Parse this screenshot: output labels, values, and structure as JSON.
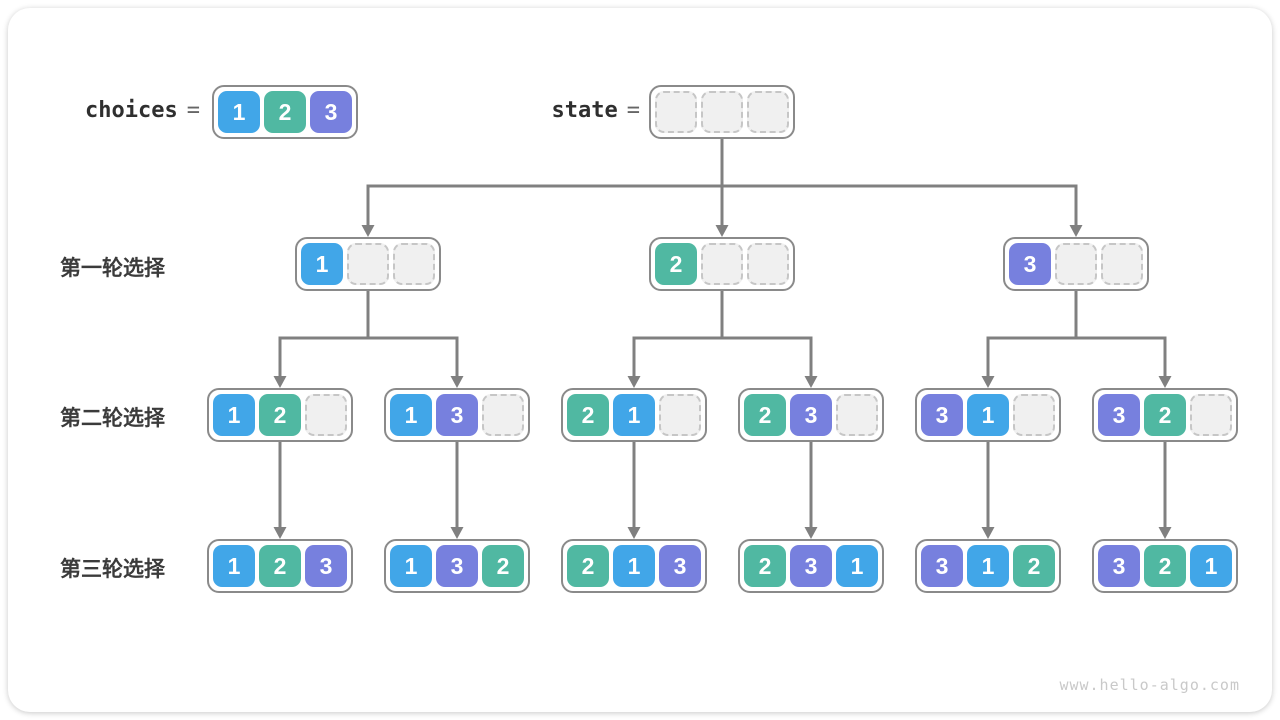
{
  "header": {
    "choices_label": "choices",
    "choices_equals": "=",
    "state_label": "state",
    "state_equals": "=",
    "choices_cells": [
      1,
      2,
      3
    ],
    "state_cells": [
      null,
      null,
      null
    ]
  },
  "rows": [
    {
      "label": "第一轮选择",
      "boxes": [
        [
          1,
          null,
          null
        ],
        [
          2,
          null,
          null
        ],
        [
          3,
          null,
          null
        ]
      ]
    },
    {
      "label": "第二轮选择",
      "boxes": [
        [
          1,
          2,
          null
        ],
        [
          1,
          3,
          null
        ],
        [
          2,
          1,
          null
        ],
        [
          2,
          3,
          null
        ],
        [
          3,
          1,
          null
        ],
        [
          3,
          2,
          null
        ]
      ]
    },
    {
      "label": "第三轮选择",
      "boxes": [
        [
          1,
          2,
          3
        ],
        [
          1,
          3,
          2
        ],
        [
          2,
          1,
          3
        ],
        [
          2,
          3,
          1
        ],
        [
          3,
          1,
          2
        ],
        [
          3,
          2,
          1
        ]
      ]
    }
  ],
  "colors": {
    "value_1": "#41a6e8",
    "value_2": "#50b8a2",
    "value_3": "#7780de",
    "arrow": "#808080",
    "box_border": "#8a8a8a"
  },
  "watermark": "www.hello-algo.com"
}
